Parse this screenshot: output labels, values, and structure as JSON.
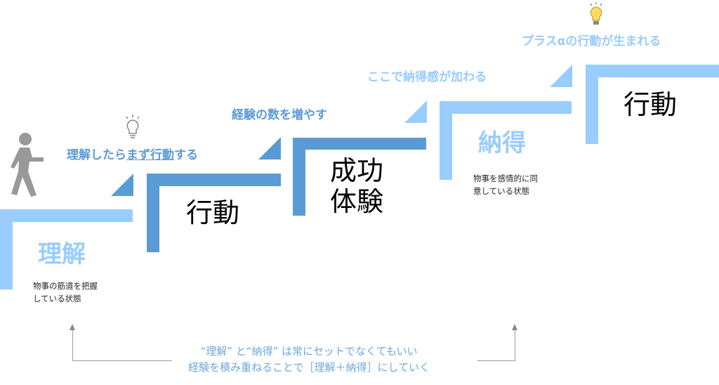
{
  "steps": [
    {
      "title": "理解",
      "desc1": "物事の筋道を把握",
      "desc2": "している状態"
    },
    {
      "title": "行動"
    },
    {
      "title1": "成功",
      "title2": "体験"
    },
    {
      "title": "納得",
      "desc1": "物事を感情的に同",
      "desc2": "意している状態"
    },
    {
      "title": "行動"
    }
  ],
  "captions": {
    "c1_pre": "理解したら",
    "c1_u": "まず行動",
    "c1_post": "する",
    "c2": "経験の数を増やす",
    "c3": "ここで納得感が加わる",
    "c4": "プラスαの行動が生まれる"
  },
  "bottom": {
    "line1": "“理解” と“納得” は常にセットでなくてもいい",
    "line2": "経験を積み重ねることで［理解＋納得］にしていく"
  },
  "colors": {
    "light": "#99ccff",
    "mid": "#5b9bd5"
  }
}
